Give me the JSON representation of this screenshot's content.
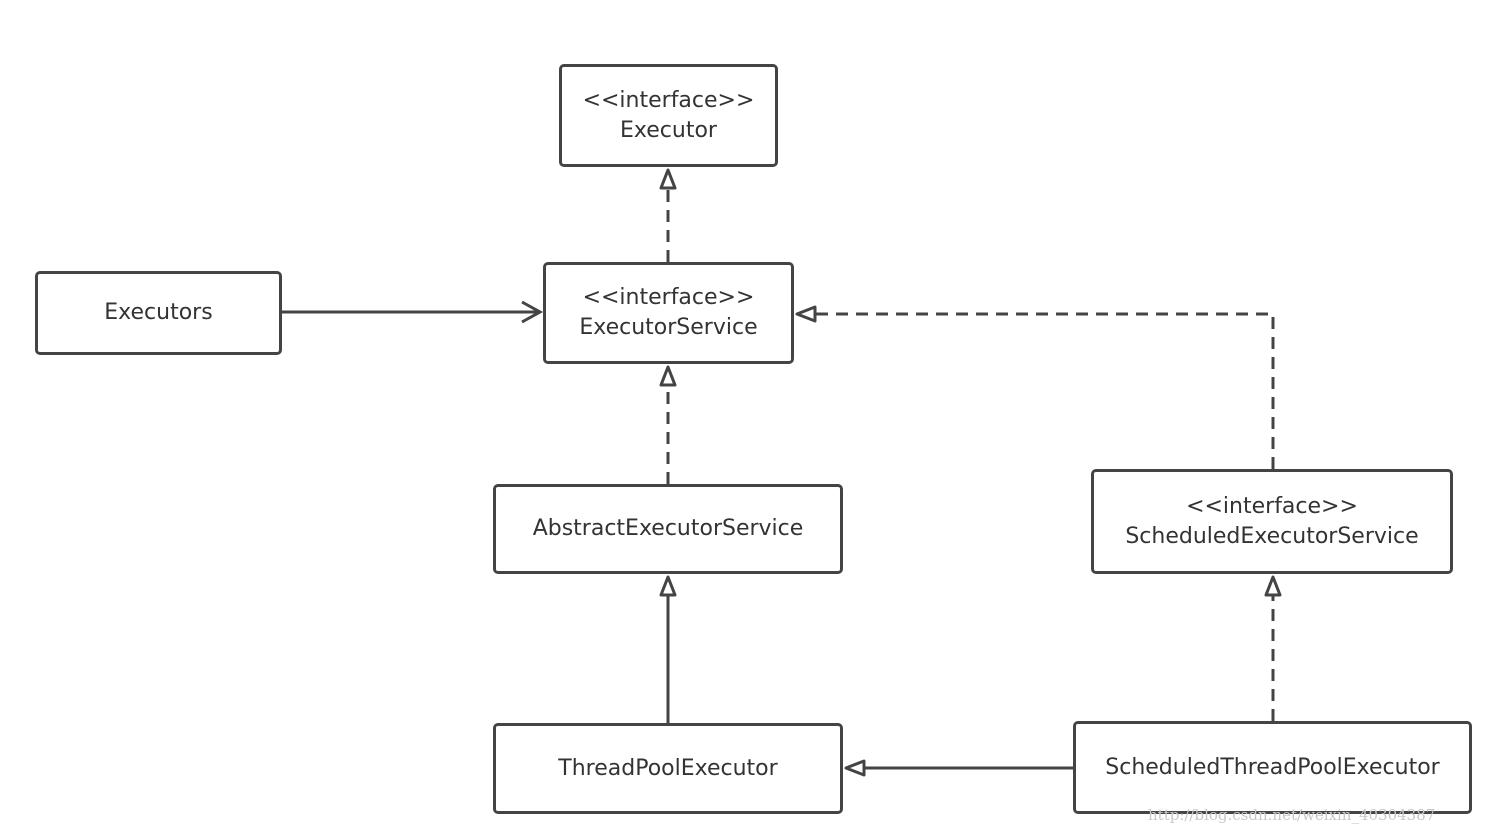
{
  "diagram": {
    "nodes": [
      {
        "id": "executor",
        "stereotype": "<<interface>>",
        "name": "Executor"
      },
      {
        "id": "executors",
        "stereotype": "",
        "name": "Executors"
      },
      {
        "id": "executor_service",
        "stereotype": "<<interface>>",
        "name": "ExecutorService"
      },
      {
        "id": "abstract_executor_service",
        "stereotype": "",
        "name": "AbstractExecutorService"
      },
      {
        "id": "scheduled_executor_service",
        "stereotype": "<<interface>>",
        "name": "ScheduledExecutorService"
      },
      {
        "id": "thread_pool_executor",
        "stereotype": "",
        "name": "ThreadPoolExecutor"
      },
      {
        "id": "scheduled_thread_pool_executor",
        "stereotype": "",
        "name": "ScheduledThreadPoolExecutor"
      }
    ],
    "edges": [
      {
        "from": "executor_service",
        "to": "executor",
        "type": "realization"
      },
      {
        "from": "executors",
        "to": "executor_service",
        "type": "association"
      },
      {
        "from": "abstract_executor_service",
        "to": "executor_service",
        "type": "realization"
      },
      {
        "from": "scheduled_executor_service",
        "to": "executor_service",
        "type": "realization"
      },
      {
        "from": "thread_pool_executor",
        "to": "abstract_executor_service",
        "type": "generalization"
      },
      {
        "from": "scheduled_thread_pool_executor",
        "to": "scheduled_executor_service",
        "type": "realization"
      },
      {
        "from": "scheduled_thread_pool_executor",
        "to": "thread_pool_executor",
        "type": "generalization"
      }
    ]
  },
  "watermark": "http://blog.csdn.net/weixin_40304387",
  "colors": {
    "stroke": "#444444",
    "text": "#333333",
    "background": "#ffffff",
    "watermark": "#c8c8c8"
  }
}
